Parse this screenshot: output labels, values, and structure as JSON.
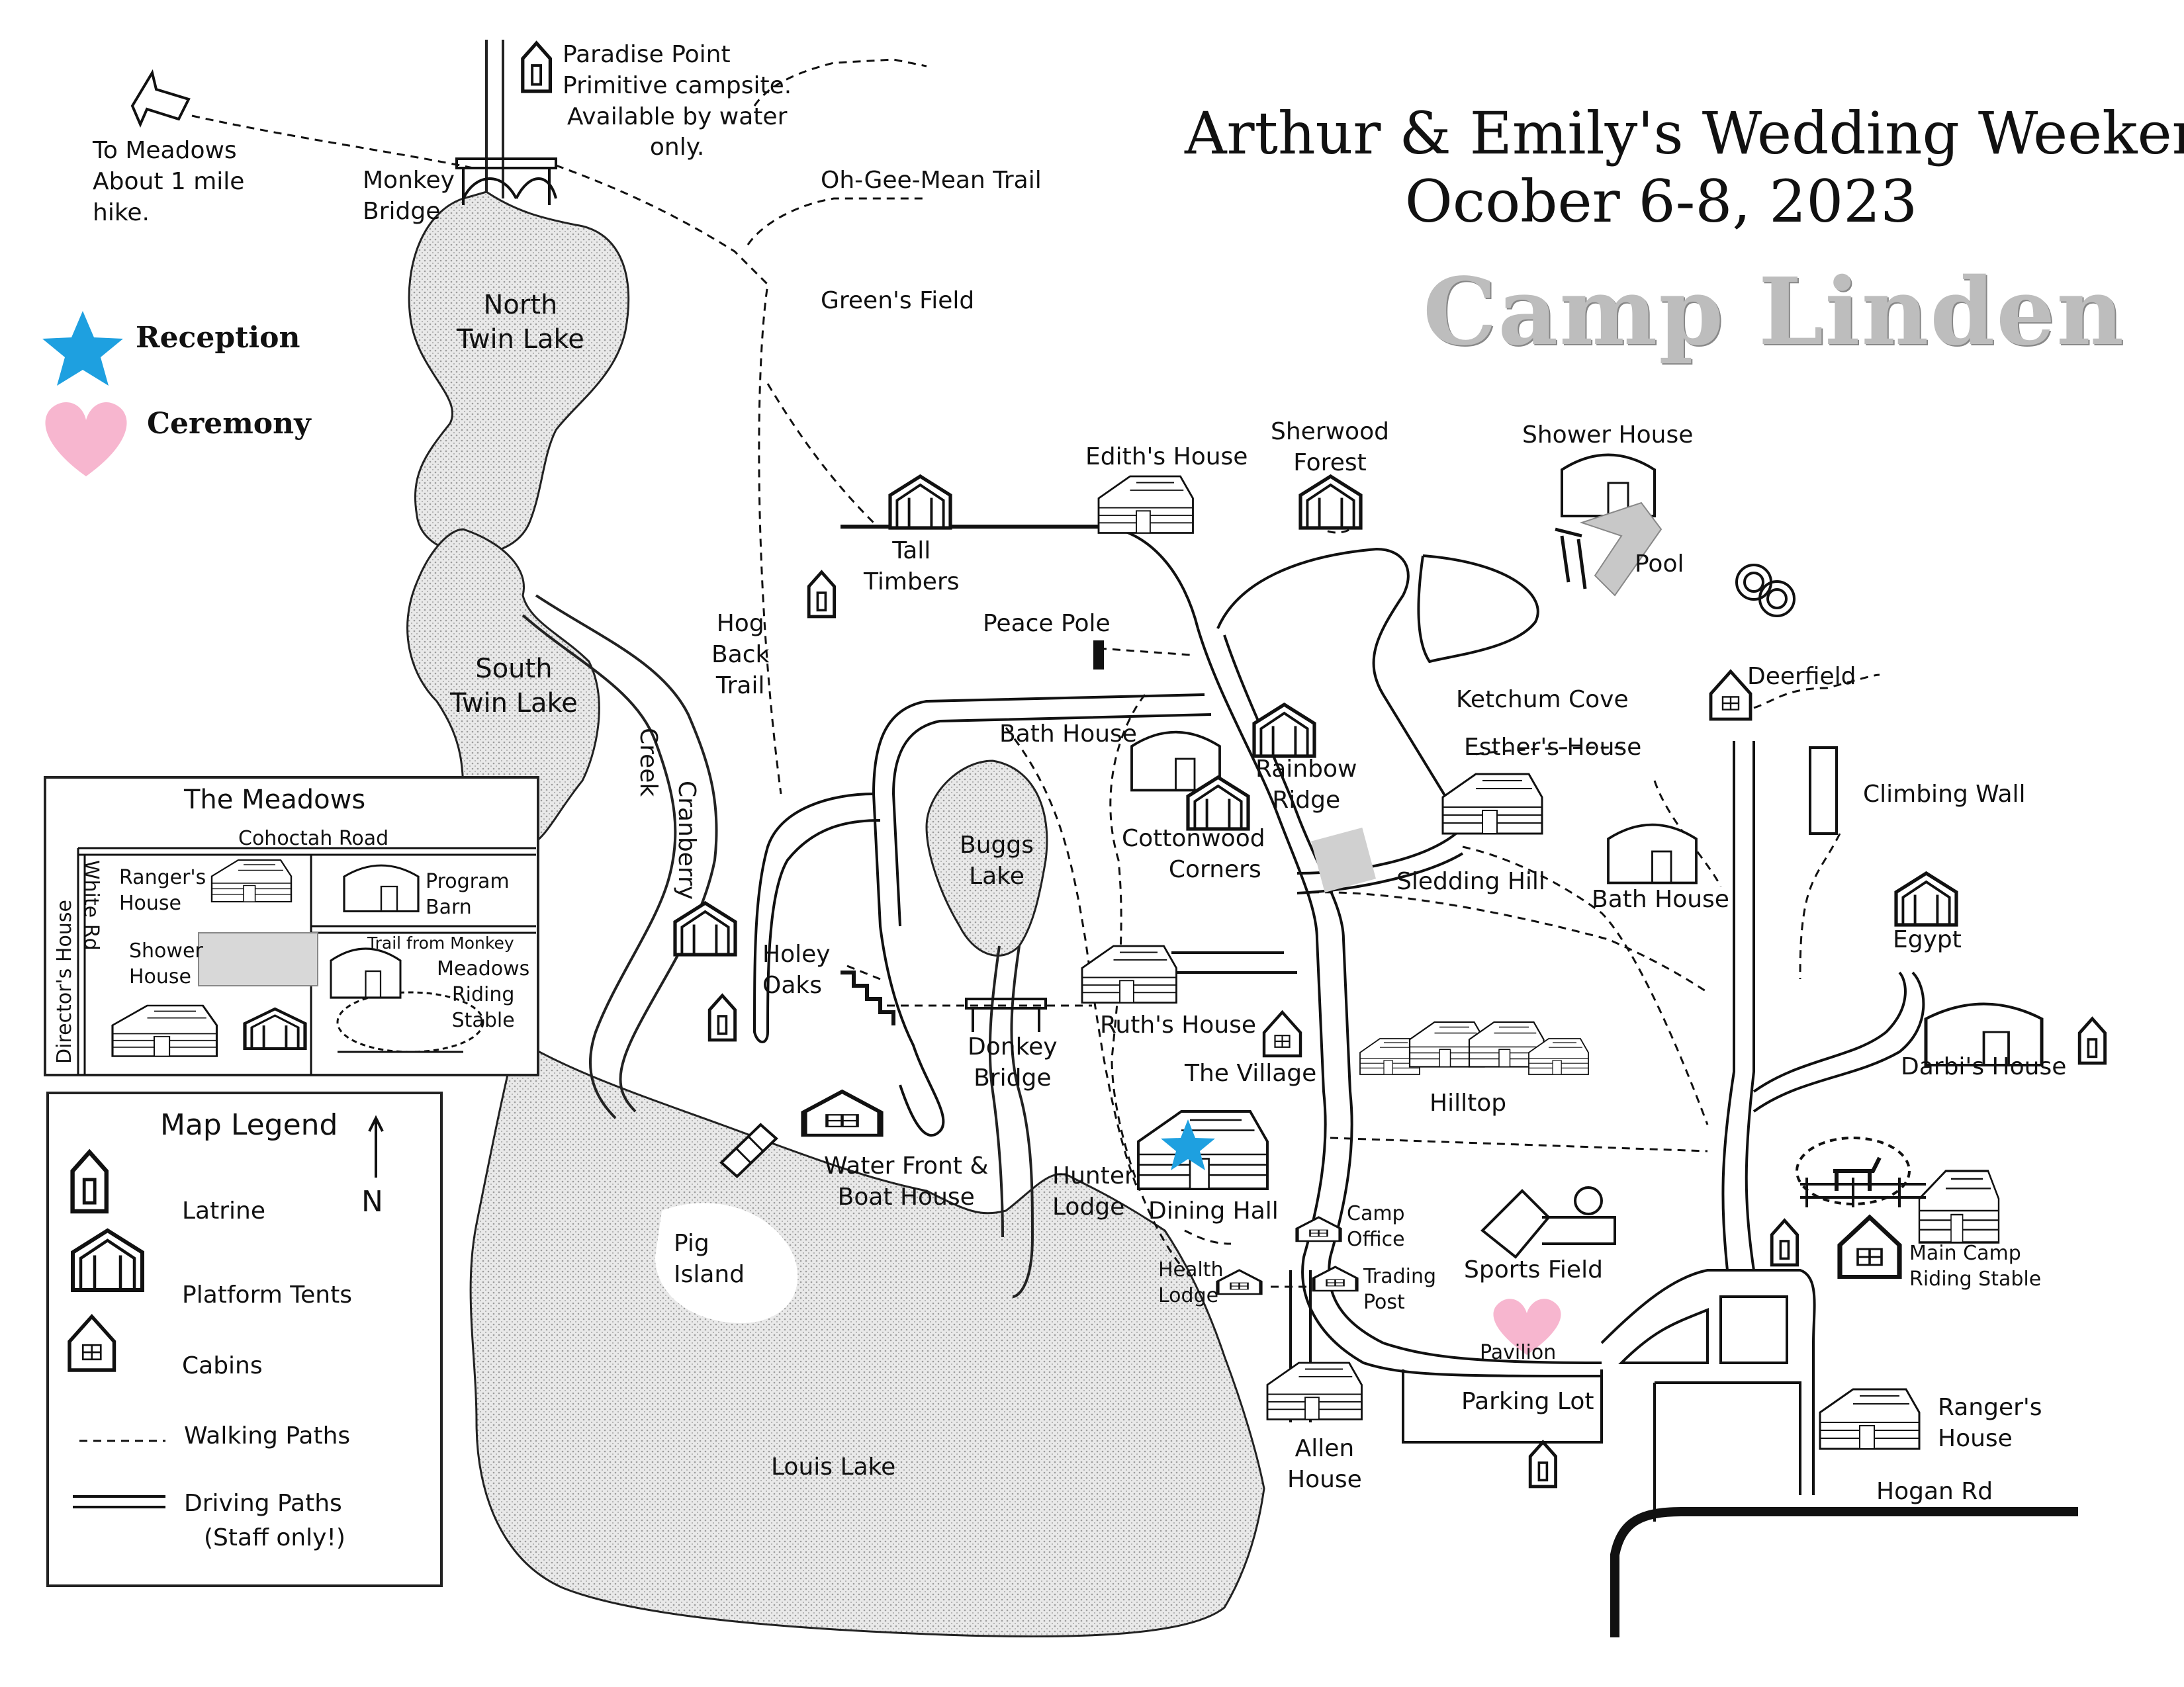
{
  "title": {
    "line1": "Arthur & Emily's Wedding Weekend",
    "line2": "Ocober 6-8, 2023"
  },
  "camp_name": "Camp Linden",
  "key": {
    "reception": "Reception",
    "ceremony": "Ceremony",
    "reception_color": "#1ea0e0",
    "ceremony_color": "#f7b6cf"
  },
  "labels": {
    "to_meadows": [
      "To Meadows",
      "About 1 mile",
      "hike."
    ],
    "paradise_point": [
      "Paradise Point",
      "Primitive campsite.",
      "Available by water",
      "only."
    ],
    "monkey_bridge": [
      "Monkey",
      "Bridge"
    ],
    "oh_gee_mean": "Oh-Gee-Mean Trail",
    "greens_field": "Green's Field",
    "north_twin_lake": [
      "North",
      "Twin Lake"
    ],
    "south_twin_lake": [
      "South",
      "Twin Lake"
    ],
    "cranberry_creek": [
      "Cranberry",
      "Creek"
    ],
    "hog_back_trail": [
      "Hog",
      "Back",
      "Trail"
    ],
    "tall_timbers": [
      "Tall",
      "Timbers"
    ],
    "ediths_house": "Edith's House",
    "sherwood_forest": [
      "Sherwood",
      "Forest"
    ],
    "shower_house": "Shower House",
    "pool": "Pool",
    "peace_pole": "Peace Pole",
    "bath_house_1": "Bath House",
    "rainbow_ridge": [
      "Rainbow",
      "Ridge"
    ],
    "ketchum_cove": "Ketchum Cove",
    "esthers_house": "Esther's House",
    "deerfield": "Deerfield",
    "climbing_wall": "Climbing Wall",
    "buggs_lake": [
      "Buggs",
      "Lake"
    ],
    "cottonwood_corners": [
      "Cottonwood",
      "Corners"
    ],
    "sledding_hill": "Sledding Hill",
    "bath_house_2": "Bath House",
    "egypt": "Egypt",
    "holey_oaks": [
      "Holey",
      "Oaks"
    ],
    "donkey_bridge": [
      "Donkey",
      "Bridge"
    ],
    "ruths_house": "Ruth's House",
    "the_village": "The Village",
    "hilltop": "Hilltop",
    "darbis_house": "Darbi's House",
    "water_front": [
      "Water Front &",
      "Boat House"
    ],
    "hunter_lodge": [
      "Hunter",
      "Lodge"
    ],
    "dining_hall": "Dining Hall",
    "camp_office": [
      "Camp",
      "Office"
    ],
    "trading_post": [
      "Trading",
      "Post"
    ],
    "sports_field": "Sports Field",
    "main_camp_stable": [
      "Main Camp",
      "Riding Stable"
    ],
    "pig_island": [
      "Pig",
      "Island"
    ],
    "health_lodge": [
      "Health",
      "Lodge"
    ],
    "pavilion": "Pavilion",
    "parking_lot": "Parking Lot",
    "rangers_house": [
      "Ranger's",
      "House"
    ],
    "allen_house": [
      "Allen",
      "House"
    ],
    "hogan_rd": "Hogan Rd",
    "louis_lake": "Louis Lake"
  },
  "meadows": {
    "title": "The Meadows",
    "road": "Cohoctah Road",
    "white_rd": "White Rd",
    "directors_house": "Director's House",
    "rangers_house": [
      "Ranger's",
      "House"
    ],
    "program_barn": [
      "Program",
      "Barn"
    ],
    "shower_house": [
      "Shower",
      "House"
    ],
    "trail": "Trail from Monkey",
    "riding_stable": [
      "Meadows",
      "Riding",
      "Stable"
    ]
  },
  "legend": {
    "title": "Map Legend",
    "north": "N",
    "items": [
      "Latrine",
      "Platform Tents",
      "Cabins",
      "Walking Paths",
      "Driving Paths",
      "(Staff only!)"
    ]
  }
}
